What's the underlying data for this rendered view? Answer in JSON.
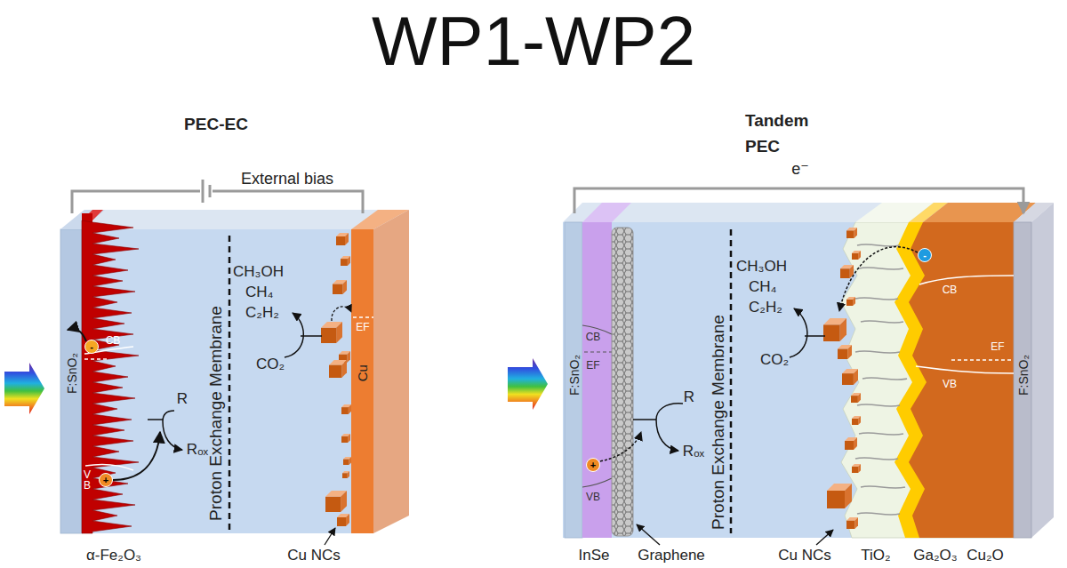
{
  "diagram": {
    "title": "WP1-WP2",
    "nodes": [
      {
        "text": [
          "PEC-EC"
        ]
      },
      {
        "text": [
          "F:SnO₂"
        ],
        "in": 0
      },
      {
        "text": [
          "Cu"
        ],
        "in": 0
      },
      {
        "text": [
          "Tandem PEC"
        ]
      },
      {
        "text": [
          "F:SnO₂"
        ],
        "in": 3
      },
      {
        "text": [
          "F:SnO₂"
        ],
        "in": 3
      }
    ],
    "edges": [
      {
        "from": 1,
        "to": 2,
        "arrow": "none",
        "label": "External bias"
      },
      {
        "from": 4,
        "to": 5,
        "arrow": "to",
        "label": "e⁻"
      }
    ],
    "labels": [
      "CB",
      "-",
      "V B",
      "+",
      "R",
      "Rₒₓ",
      "CH₃OH",
      "CH₄",
      "C₂H₂",
      "CO₂",
      "EF",
      "Proton Exchange Membrane",
      "α-Fe₂O₃",
      "Cu NCs",
      "CB",
      "EF",
      "+",
      "VB",
      "R",
      "Rₒₓ",
      "CH₃OH",
      "CH₄",
      "C₂H₂",
      "CO₂",
      "-",
      "CB",
      "EF",
      "VB",
      "Proton Exchange Membrane",
      "InSe",
      "Graphene",
      "Cu NCs",
      "TiO₂",
      "Ga₂O₃",
      "Cu₂O"
    ]
  }
}
